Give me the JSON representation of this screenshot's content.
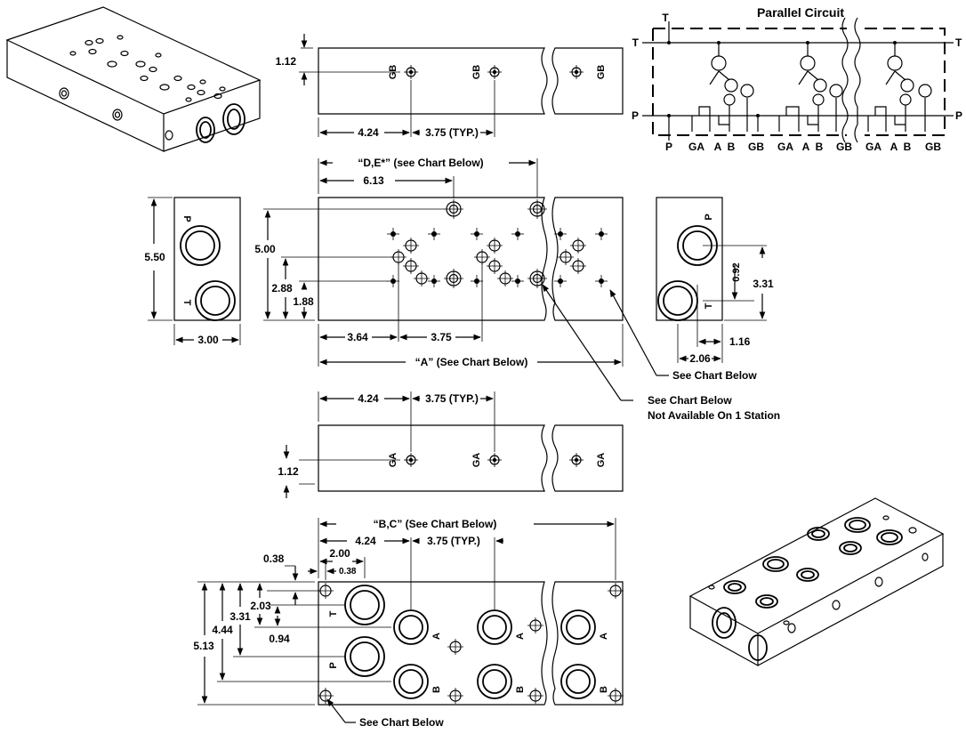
{
  "title": "Parallel Circuit",
  "circuit": {
    "rail_t": "T",
    "rail_p": "P",
    "top_t": "T",
    "bottom_ports": [
      "P",
      "GA",
      "A",
      "B",
      "GB",
      "GA",
      "A",
      "B",
      "GB",
      "GA",
      "A",
      "B",
      "GB"
    ]
  },
  "dims": {
    "d_1_12": "1.12",
    "d_4_24": "4.24",
    "d_3_75_typ": "3.75 (TYP.)",
    "d_de": "“D,E*” (see Chart Below)",
    "d_6_13": "6.13",
    "d_5_00": "5.00",
    "d_5_50": "5.50",
    "d_2_88": "2.88",
    "d_1_88": "1.88",
    "d_3_00": "3.00",
    "d_3_64": "3.64",
    "d_3_75": "3.75",
    "d_a": "“A” (See Chart Below)",
    "d_0_92": "0.92",
    "d_3_31": "3.31",
    "d_1_16": "1.16",
    "d_2_06": "2.06",
    "d_bc": "“B,C” (See Chart Below)",
    "d_0_38": "0.38",
    "d_2_00": "2.00",
    "d_2_03": "2.03",
    "d_0_94": "0.94",
    "d_4_44": "4.44",
    "d_5_13": "5.13"
  },
  "ports": {
    "gb": "GB",
    "ga": "GA",
    "p": "P",
    "t": "T",
    "a": "A",
    "b": "B"
  },
  "notes": {
    "see_chart": "See Chart Below",
    "see_chart_2": "See Chart Below",
    "not_available": "Not Available On 1 Station",
    "see_chart_3": "See Chart Below"
  }
}
